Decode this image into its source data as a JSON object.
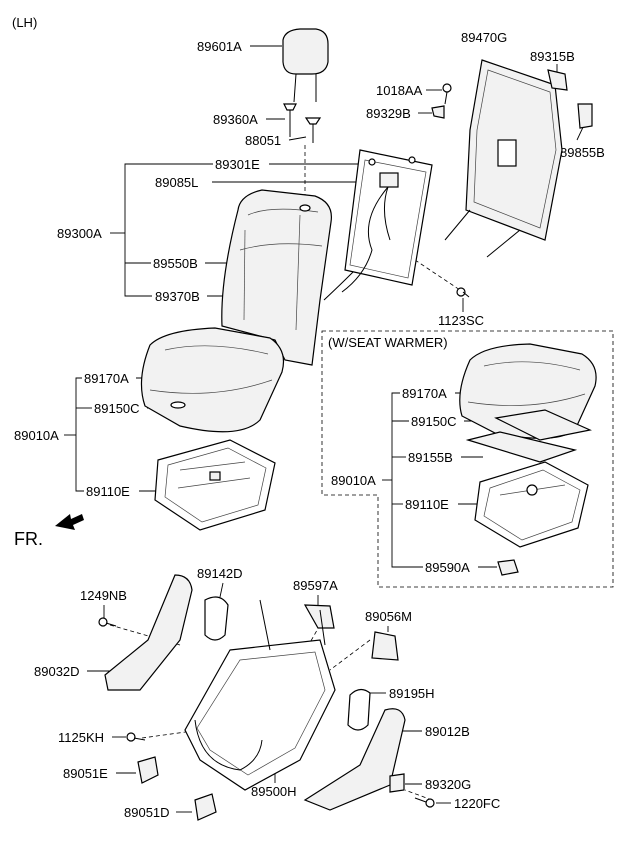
{
  "header": {
    "variant": "(LH)"
  },
  "direction": {
    "label": "FR."
  },
  "warmer_box": {
    "title": "(W/SEAT WARMER)"
  },
  "labels": {
    "headrest": "89601A",
    "guide_a": "89360A",
    "guide_b": "88051",
    "back_frame": "89301E",
    "back_pad": "89085L",
    "back_assy": "89300A",
    "back_cover": "89550B",
    "back_trim": "89370B",
    "back_board": "89470G",
    "bolt_top": "1018AA",
    "clip_a": "89329B",
    "hook": "89315B",
    "bracket": "89855B",
    "screw": "1123SC",
    "cushion_cover": "89170A",
    "cushion_pad": "89150C",
    "cushion_assy": "89010A",
    "cushion_frame": "89110E",
    "w_cushion_cover": "89170A",
    "w_cushion_pad": "89150C",
    "w_heater": "89155B",
    "w_cushion_assy": "89010A",
    "w_cushion_frame": "89110E",
    "w_module": "89590A",
    "bolt_side": "1249NB",
    "shield_inner": "89142D",
    "cover_front": "89597A",
    "cover_rear": "89056M",
    "shield_left": "89032D",
    "cover_ring": "89195H",
    "shield_right": "89012B",
    "bolt_low": "1125KH",
    "cap_a": "89051E",
    "track": "89500H",
    "knob": "89320G",
    "screw_low": "1220FC",
    "cap_b": "89051D"
  }
}
